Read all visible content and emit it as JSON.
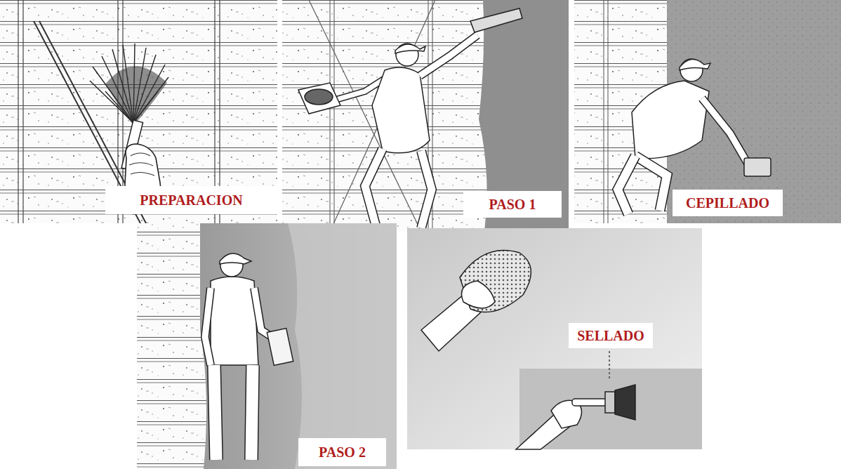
{
  "diagram": {
    "nodes": [
      {
        "text": [
          "PREPARACION"
        ]
      },
      {
        "text": [
          "PASO 1"
        ]
      },
      {
        "text": [
          "CEPILLADO"
        ]
      },
      {
        "text": [
          "PASO 2"
        ]
      },
      {
        "text": [
          "SELLADO"
        ]
      }
    ]
  }
}
